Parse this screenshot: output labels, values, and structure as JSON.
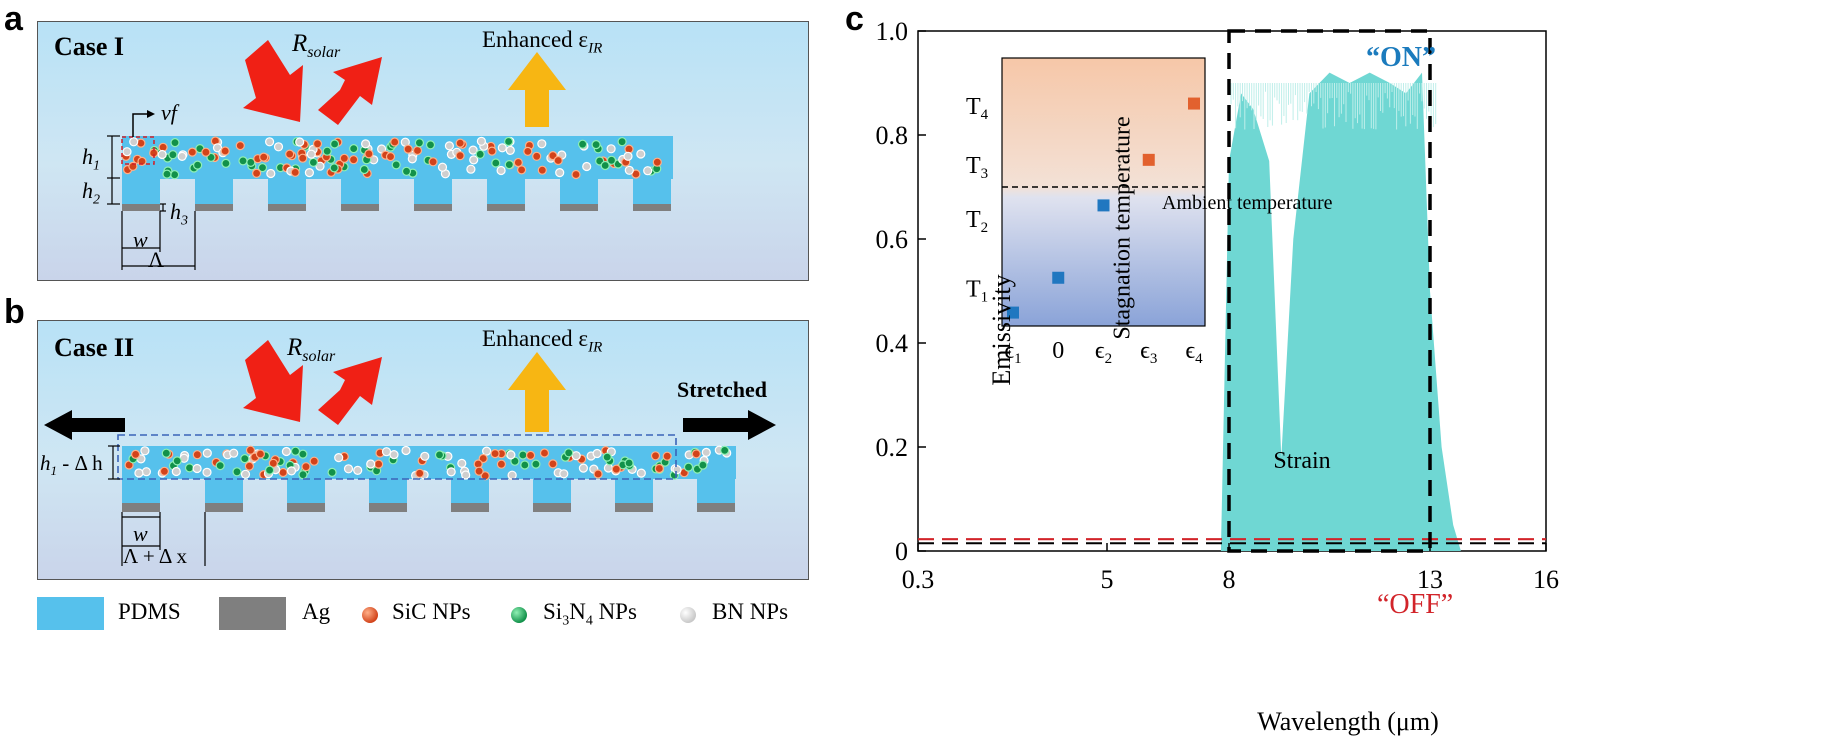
{
  "panel_a": {
    "letter": "a",
    "case": "Case I",
    "r_solar": "R",
    "r_solar_sub": "solar",
    "enhanced": "Enhanced ε",
    "enhanced_sub": "IR",
    "vf": "vf",
    "h1": "h",
    "h1_sub": "1",
    "h2": "h",
    "h2_sub": "2",
    "h3": "h",
    "h3_sub": "3",
    "w": "w",
    "lambda": "Λ"
  },
  "panel_b": {
    "letter": "b",
    "case": "Case II",
    "r_solar": "R",
    "r_solar_sub": "solar",
    "enhanced": "Enhanced ε",
    "enhanced_sub": "IR",
    "stretched": "Stretched",
    "h_label": "h",
    "h_label_sub": "1",
    "h_label_rest": " - Δ h",
    "w": "w",
    "lambda": "Λ + Δ x"
  },
  "legend": {
    "pdms": "PDMS",
    "ag": "Ag",
    "sic": "SiC NPs",
    "si3n4_a": "Si",
    "si3n4_b": "3",
    "si3n4_c": "N",
    "si3n4_d": "4",
    "si3n4_e": " NPs",
    "bn": "BN NPs"
  },
  "colors": {
    "pdms": "#56c1ec",
    "ag": "#7f7f7f",
    "sic": "#e2561f",
    "si3n4": "#1fa856",
    "arrow_red": "#f02015",
    "arrow_yellow": "#f7b613",
    "spectrum": "#6fd7d3",
    "on_text": "#1b7bbd",
    "off_text": "#d2242a"
  },
  "panel_c": {
    "letter": "c",
    "on_label": "“ON”",
    "off_label": "“OFF”"
  },
  "chart_data": [
    {
      "type": "area",
      "xlabel": "Wavelength (μm)",
      "ylabel": "Emissivity",
      "x_ticks": [
        "0.3",
        "5",
        "8",
        "13",
        "16"
      ],
      "y_ticks": [
        "0",
        "0.2",
        "0.4",
        "0.6",
        "0.8",
        "1.0"
      ],
      "ylim": [
        0,
        1.0
      ],
      "series": [
        {
          "x": [
            7.8,
            8.0,
            8.3,
            8.6,
            9.0,
            9.3,
            9.6,
            10.0,
            10.5,
            11.0,
            11.5,
            12.0,
            12.4,
            12.8,
            13.0,
            13.3,
            13.6,
            13.8
          ],
          "y": [
            0.0,
            0.75,
            0.88,
            0.85,
            0.75,
            0.18,
            0.6,
            0.88,
            0.92,
            0.9,
            0.92,
            0.9,
            0.88,
            0.92,
            0.5,
            0.2,
            0.05,
            0.0
          ]
        },
        {
          "x": [
            0.3,
            16
          ],
          "y": [
            0.015,
            0.015
          ]
        }
      ],
      "on_box": {
        "x": [
          8,
          13
        ],
        "y": [
          0,
          1.0
        ]
      },
      "grid": false
    },
    {
      "type": "scatter",
      "xlabel": "Strain",
      "ylabel": "Stagnation temperature",
      "x_ticks": [
        "ϵ1",
        "0",
        "ϵ2",
        "ϵ3",
        "ϵ4"
      ],
      "y_ticks": [
        "T1",
        "T2",
        "T3",
        "T4"
      ],
      "ambient_label": "Ambient temperature",
      "series": [
        {
          "x": [
            "ϵ1",
            "0",
            "ϵ2"
          ],
          "y": [
            0.05,
            0.18,
            0.45
          ]
        },
        {
          "x": [
            "ϵ3",
            "ϵ4"
          ],
          "y": [
            0.62,
            0.83
          ]
        }
      ]
    }
  ]
}
